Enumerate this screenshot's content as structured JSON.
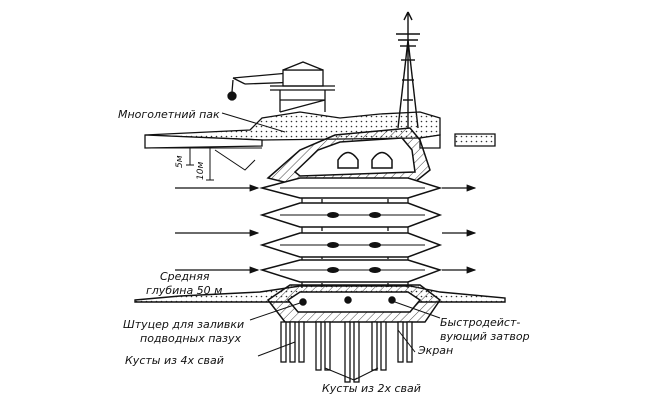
{
  "labels": {
    "ice_pack": "Многолетний пак",
    "depth_5m": "5м",
    "depth_10m": "10м",
    "avg_depth_line1": "Средняя",
    "avg_depth_line2": "глубина 50 м",
    "nozzle_line1": "Штуцер для заливки",
    "nozzle_line2": "подводных пазух",
    "pile_clusters_4": "Кусты из 4х свай",
    "quick_gate_line1": "Быстродейст-",
    "quick_gate_line2": "вующий затвор",
    "screen": "Экран",
    "pile_clusters_2": "Кусты из 2х свай"
  },
  "colors": {
    "ink": "#111111",
    "paper": "#ffffff",
    "hatch": "#444444"
  }
}
